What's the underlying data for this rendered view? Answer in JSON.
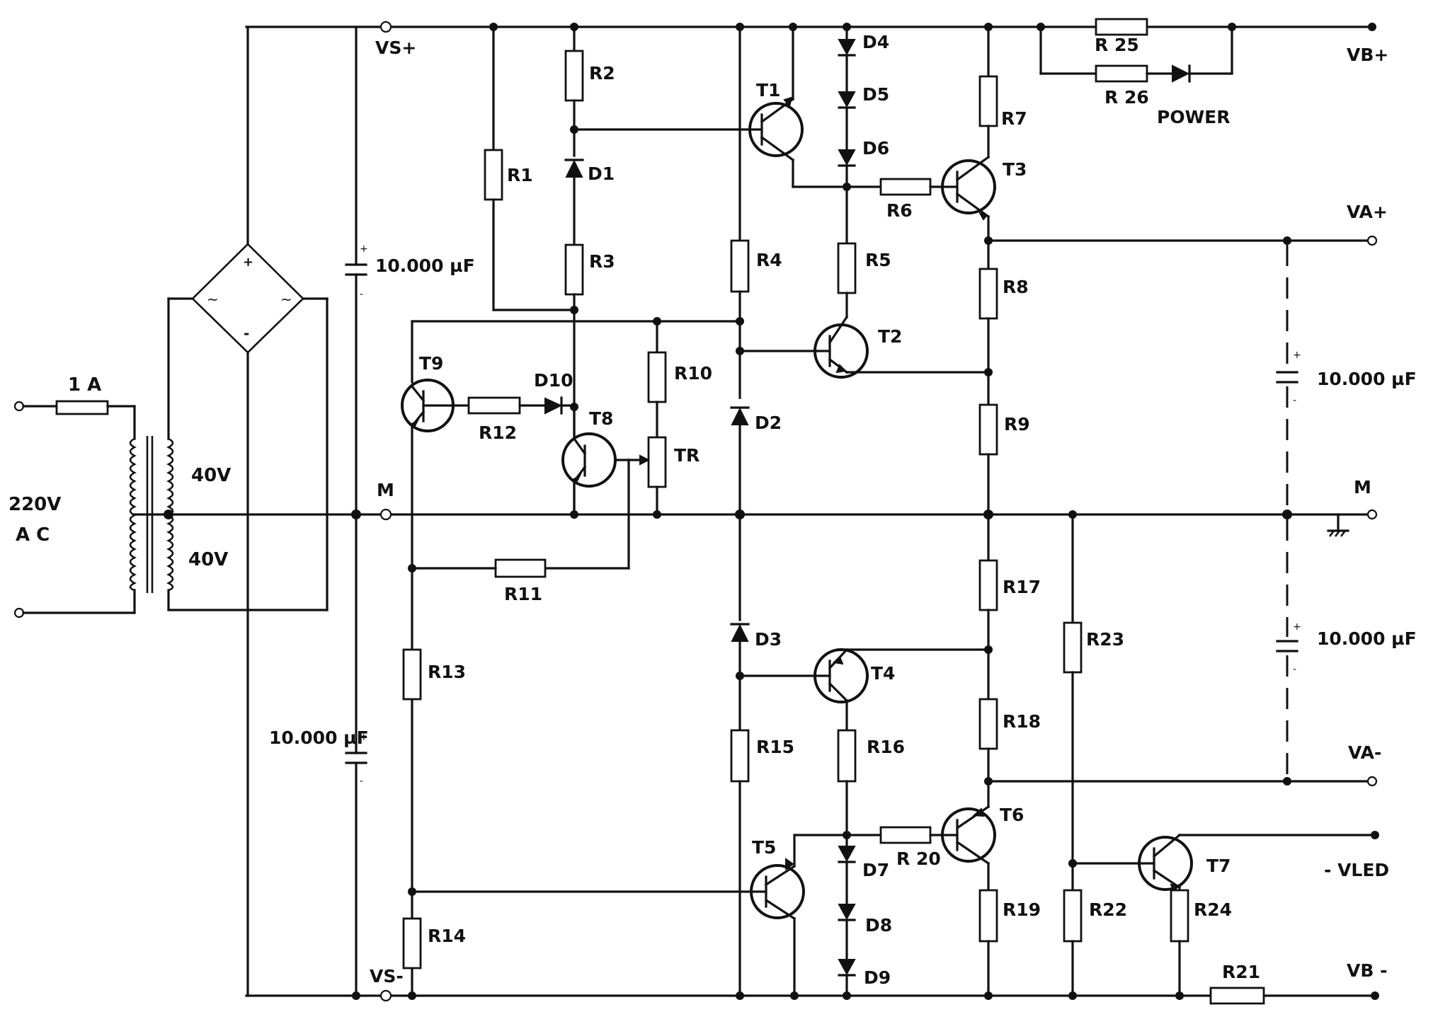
{
  "diagram": {
    "terminals": {
      "vs_plus": "VS+",
      "vs_minus": "VS-",
      "m_left": "M",
      "m_right": "M",
      "vb_plus": "VB+",
      "va_plus": "VA+",
      "va_minus": "VA-",
      "vled": "- VLED",
      "vb_minus": "VB -"
    },
    "mains": {
      "voltage": "220V",
      "type": "A C",
      "fuse": "1 A"
    },
    "transformer": {
      "upper": "40V",
      "lower": "40V"
    },
    "capacitors": {
      "c_top": "10.000 µF",
      "c_bottom": "10.000 µF",
      "c_right_top": "10.000 µF",
      "c_right_bottom": "10.000 µF"
    },
    "power_label": "POWER",
    "resistors": {
      "R1": "R1",
      "R2": "R2",
      "R3": "R3",
      "R4": "R4",
      "R5": "R5",
      "R6": "R6",
      "R7": "R7",
      "R8": "R8",
      "R9": "R9",
      "R10": "R10",
      "R11": "R11",
      "R12": "R12",
      "R13": "R13",
      "R14": "R14",
      "R15": "R15",
      "R16": "R16",
      "R17": "R17",
      "R18": "R18",
      "R19": "R19",
      "R20": "R 20",
      "R21": "R21",
      "R22": "R22",
      "R23": "R23",
      "R24": "R24",
      "R25": "R 25",
      "R26": "R 26",
      "TR": "TR"
    },
    "diodes": {
      "D1": "D1",
      "D2": "D2",
      "D3": "D3",
      "D4": "D4",
      "D5": "D5",
      "D6": "D6",
      "D7": "D7",
      "D8": "D8",
      "D9": "D9",
      "D10": "D10"
    },
    "transistors": {
      "T1": "T1",
      "T2": "T2",
      "T3": "T3",
      "T4": "T4",
      "T5": "T5",
      "T6": "T6",
      "T7": "T7",
      "T8": "T8",
      "T9": "T9"
    }
  }
}
